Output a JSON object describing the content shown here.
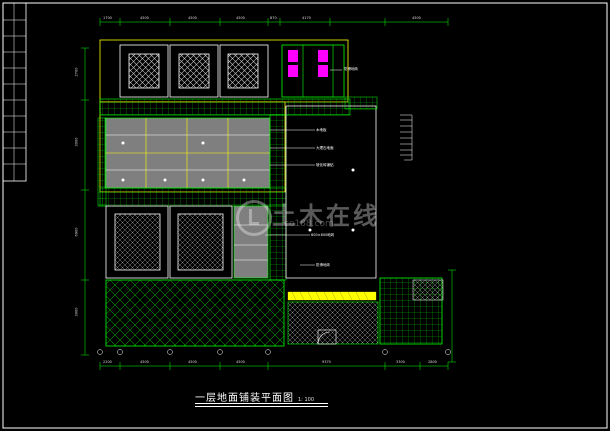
{
  "drawing": {
    "title": "一层地面铺装平面图",
    "scale": "1: 100",
    "stamp": "",
    "watermark_main": "土木在线",
    "watermark_sub": "co188.com"
  },
  "colors": {
    "background": "#000000",
    "frame": "#ffffff",
    "wall_green": "#00ff00",
    "paving_grey": "#7f7f7f",
    "dim_yellow": "#ffff00",
    "magenta": "#ff00ff",
    "cyan": "#00ffff"
  },
  "dimensions": {
    "top": [
      "1700",
      "4500",
      "4500",
      "4500",
      "870",
      "4170",
      "4500"
    ],
    "bottom": [
      "2200",
      "4500",
      "4500",
      "4500",
      "9370",
      "3300",
      "2800"
    ],
    "left": [
      "2700",
      "3000",
      "6900",
      "3000"
    ]
  },
  "notes": [
    "防滑地砖",
    "木地板",
    "大理石地面",
    "玻化砖铺贴",
    "600×600地砖",
    "防滑地砖"
  ],
  "title_bar": {
    "cells": [
      "",
      "",
      "",
      "",
      "",
      "",
      "",
      "",
      "",
      "",
      ""
    ]
  }
}
